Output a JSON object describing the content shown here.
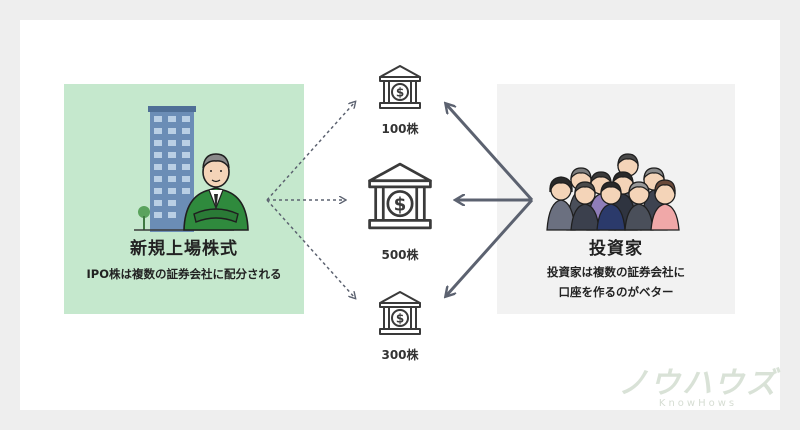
{
  "issuer": {
    "title": "新規上場株式",
    "description": "IPO株は複数の証券会社に配分される"
  },
  "investor": {
    "title": "投資家",
    "description_line1": "投資家は複数の証券会社に",
    "description_line2": "口座を作るのがベター"
  },
  "banks": [
    {
      "label": "100株",
      "icon": "bank-dollar-icon"
    },
    {
      "label": "500株",
      "icon": "bank-dollar-icon"
    },
    {
      "label": "300株",
      "icon": "bank-dollar-icon"
    }
  ],
  "watermark": {
    "main": "ノウハウズ",
    "sub": "KnowHows"
  },
  "colors": {
    "issuer_bg": "#c5e8cd",
    "investor_bg": "#f2f2f2",
    "arrow": "#5c6270",
    "accent_green": "#3f8e4c"
  }
}
